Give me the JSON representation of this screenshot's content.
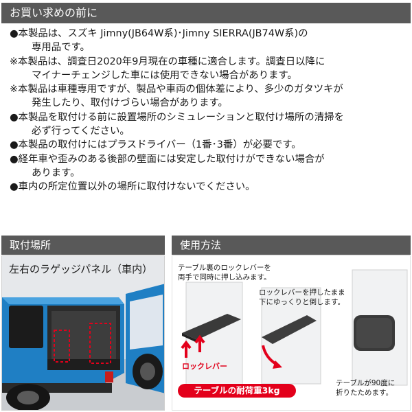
{
  "notice": {
    "title": "お買い求めの前に",
    "lines": [
      "●本製品は、スズキ Jimny(JB64W系)･Jimny SIERRA(JB74W系)の",
      "専用品です。",
      "※本製品は、調査日2020年9月現在の車種に適合します。調査日以降に",
      "マイナーチェンジした車には使用できない場合があります。",
      "※本製品は車種専用ですが、製品や車両の個体差により、多少のガタツキが",
      "発生したり、取付けづらい場合があります。",
      "●本製品を取付ける前に設置場所のシミュレーションと取付け場所の清掃を",
      "必ず行ってください。",
      "●本製品の取付けにはプラスドライバー（1番･3番）が必要です。",
      "●経年車や歪みのある後部の壁面には安定した取付けができない場合が",
      "あります。",
      "●車内の所定位置以外の場所に取付けないでください。"
    ]
  },
  "location": {
    "title": "取付場所",
    "caption": "左右のラゲッジパネル（車内）"
  },
  "usage": {
    "title": "使用方法",
    "step1": [
      "テーブル裏のロックレバーを",
      "両手で同時に押し込みます。"
    ],
    "step2": [
      "ロックレバーを押したまま",
      "下にゆっくりと倒します。"
    ],
    "step3": [
      "テーブルが90度に",
      "折りたためます。"
    ],
    "lever_label": "ロックレバー",
    "load_label": "テーブルの耐荷重3kg"
  },
  "colors": {
    "header_bg": "#595959",
    "accent_red": "#e3001b",
    "car_blue": "#1f7fc4"
  }
}
